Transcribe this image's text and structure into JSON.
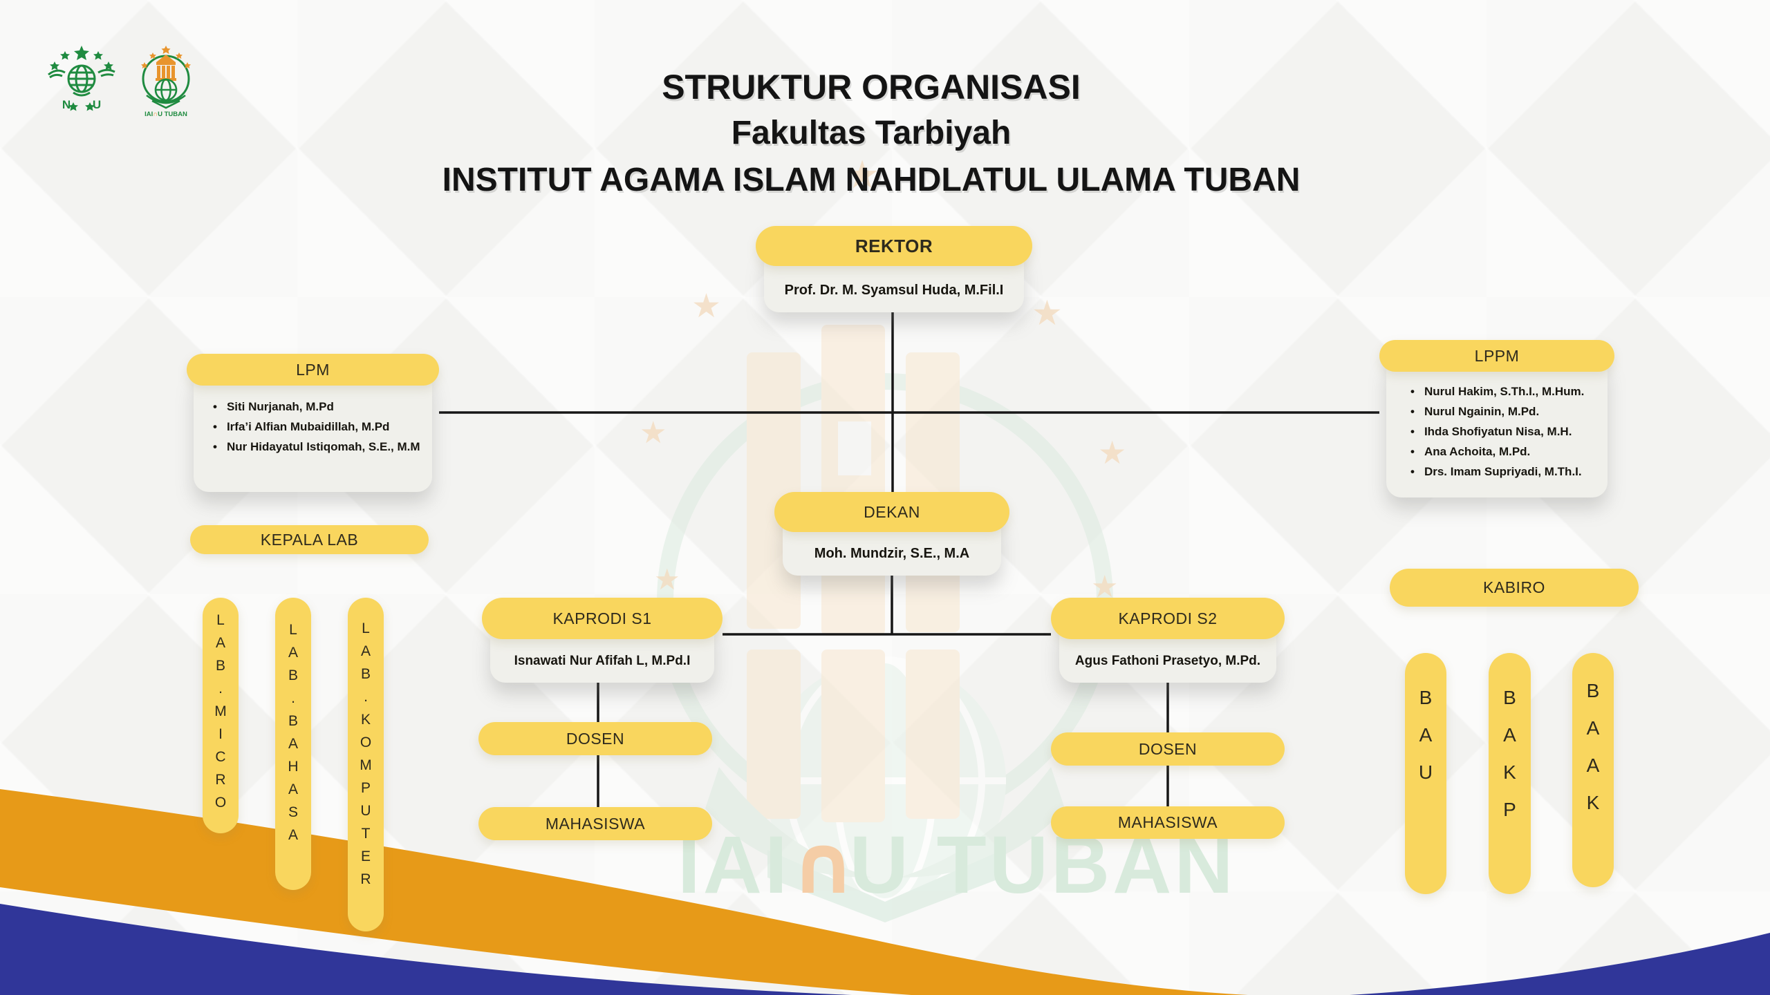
{
  "title": {
    "line1": "STRUKTUR ORGANISASI",
    "line2": "Fakultas Tarbiyah",
    "line3": "INSTITUT AGAMA ISLAM NAHDLATUL ULAMA TUBAN"
  },
  "chart": {
    "rektor": {
      "label": "REKTOR",
      "name": "Prof. Dr. M. Syamsul Huda, M.Fil.I"
    },
    "lpm": {
      "label": "LPM",
      "members": [
        "Siti Nurjanah, M.Pd",
        "Irfa’i Alfian Mubaidillah, M.Pd",
        "Nur Hidayatul Istiqomah, S.E., M.M"
      ]
    },
    "lppm": {
      "label": "LPPM",
      "members": [
        "Nurul Hakim, S.Th.I., M.Hum.",
        "Nurul Ngainin, M.Pd.",
        "Ihda Shofiyatun Nisa, M.H.",
        "Ana Achoita, M.Pd.",
        "Drs. Imam Supriyadi, M.Th.I."
      ]
    },
    "dekan": {
      "label": "DEKAN",
      "name": "Moh. Mundzir, S.E., M.A"
    },
    "kepala_lab": {
      "label": "KEPALA LAB",
      "labs": [
        "LAB.MICRO",
        "LAB.BAHASA",
        "LAB.KOMPUTER"
      ]
    },
    "kaprodi_s1": {
      "label": "KAPRODI S1",
      "name": "Isnawati Nur Afifah L, M.Pd.I"
    },
    "kaprodi_s2": {
      "label": "KAPRODI S2",
      "name": "Agus Fathoni Prasetyo, M.Pd."
    },
    "dosen_s1": {
      "label": "DOSEN"
    },
    "mahasiswa_s1": {
      "label": "MAHASISWA"
    },
    "dosen_s2": {
      "label": "DOSEN"
    },
    "mahasiswa_s2": {
      "label": "MAHASISWA"
    },
    "kabiro": {
      "label": "KABIRO",
      "biros": [
        "BAU",
        "BAKP",
        "BAAK"
      ]
    }
  },
  "watermark": {
    "iai": "IAI",
    "nu": "∩",
    "u": "U",
    "tuban": "TUBAN"
  },
  "logos": {
    "nu_n": "N",
    "nu_u": "U",
    "iai_caption_iai": "IAI",
    "iai_caption_nu": "∩",
    "iai_caption_rest": "U TUBAN"
  },
  "icons": {
    "star": "★"
  },
  "colors": {
    "yellow_pill": "#F9D65E",
    "card_body": "#F0F0EB",
    "orange_wave": "#E79A18",
    "blue_wave": "#303699",
    "logo_green": "#1F8B40",
    "logo_orange": "#E8942D",
    "connector_line": "#161616",
    "watermark_green": "#D8EADC",
    "watermark_tan": "#F8E7D0",
    "watermark_orange": "#F5CDA6"
  }
}
